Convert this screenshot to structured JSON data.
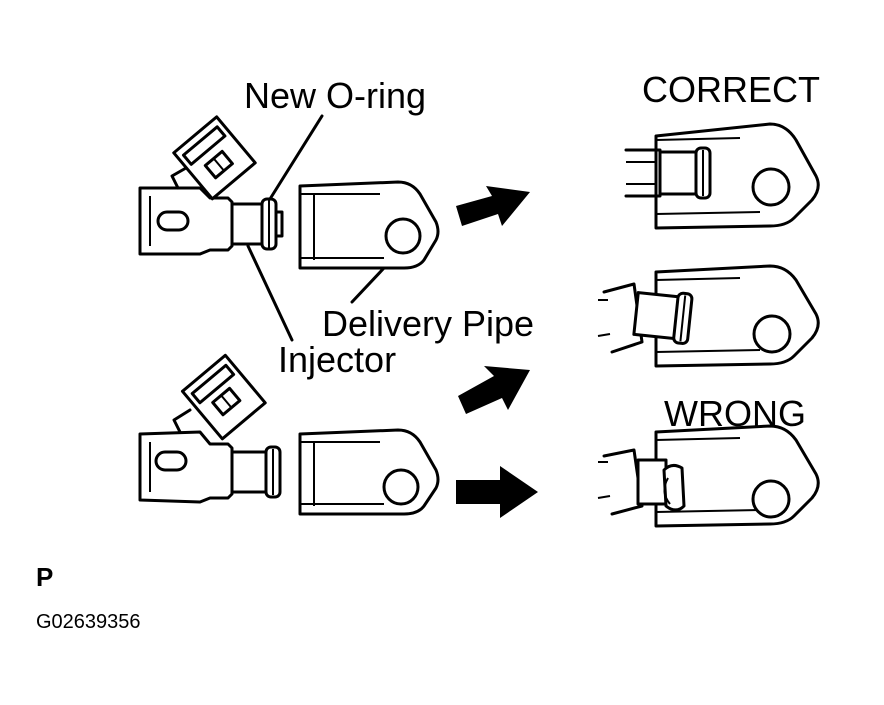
{
  "labels": {
    "new_o_ring": "New O-ring",
    "delivery_pipe": "Delivery Pipe",
    "injector": "Injector",
    "correct": "CORRECT",
    "wrong": "WRONG",
    "corner_letter": "P",
    "figure_code": "G02639356"
  }
}
